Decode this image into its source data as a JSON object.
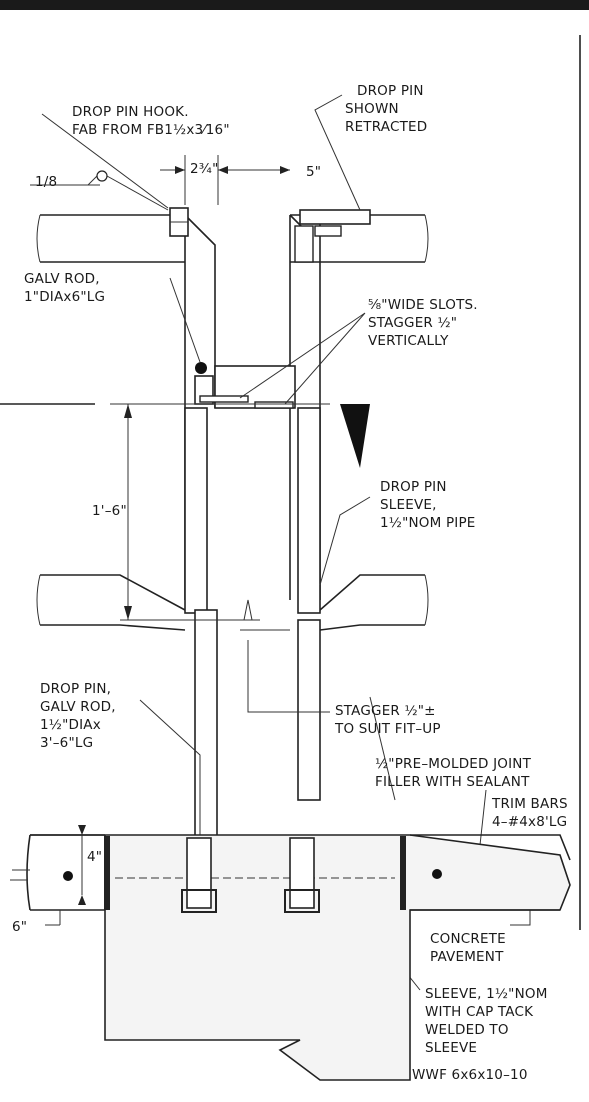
{
  "labels": {
    "drop_pin_hook": [
      "DROP PIN HOOK.",
      "FAB FROM FB1½x3⁄16\""
    ],
    "drop_pin_retracted": [
      "DROP PIN",
      "SHOWN",
      "RETRACTED"
    ],
    "dim_gap": "2¾\"",
    "dim_five": "5\"",
    "weld_symbol": "1/8",
    "galv_rod": [
      "GALV ROD,",
      "1\"DIAx6\"LG"
    ],
    "slots": [
      "⅝\"WIDE SLOTS.",
      "STAGGER ½\"",
      "VERTICALLY"
    ],
    "dim_height": "1'–6\"",
    "drop_pin_sleeve": [
      "DROP PIN",
      "SLEEVE,",
      "1½\"NOM PIPE"
    ],
    "stagger": [
      "STAGGER ½\"±",
      "TO SUIT FIT–UP"
    ],
    "drop_pin_rod": [
      "DROP PIN,",
      "GALV ROD,",
      "1½\"DIAx",
      "3'–6\"LG"
    ],
    "joint_filler": [
      "½\"PRE–MOLDED JOINT",
      "FILLER WITH SEALANT"
    ],
    "trim_bars": [
      "TRIM BARS",
      "4–#4x8'LG"
    ],
    "dim_four": "4\"",
    "dim_six": "6\"",
    "concrete": [
      "CONCRETE",
      "PAVEMENT"
    ],
    "sleeve_cap": [
      "SLEEVE, 1½\"NOM",
      "WITH CAP TACK",
      "WELDED TO",
      "SLEEVE"
    ],
    "wwf": "WWF 6x6x10–10"
  },
  "colors": {
    "ink": "#1a1a1a",
    "paper": "#ffffff",
    "concrete": "#f4f4f4"
  }
}
